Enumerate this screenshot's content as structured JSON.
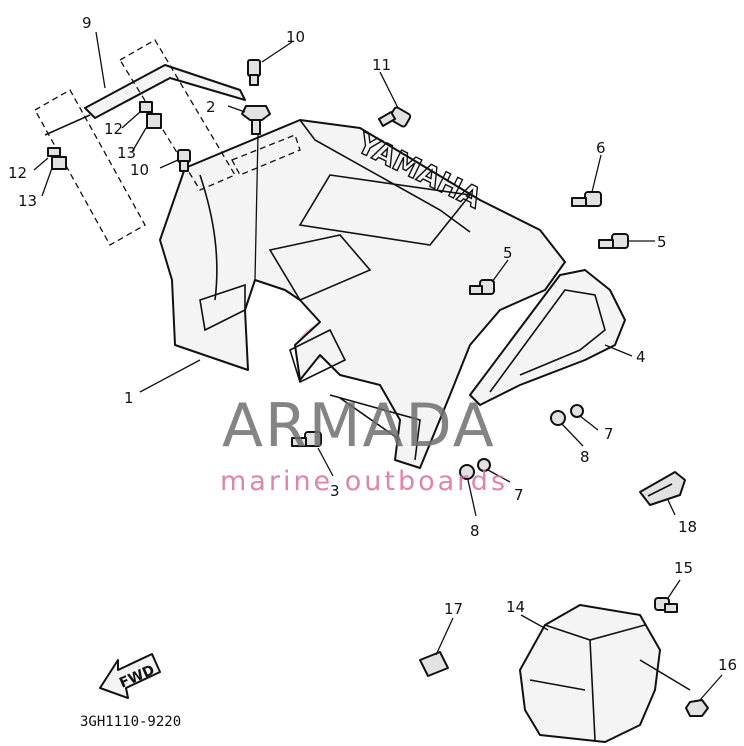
{
  "drawing": {
    "code": "3GH1110-9220",
    "brand_mark": "YAMAHA",
    "fwd_label": "FWD"
  },
  "watermark": {
    "main": "ARMADA",
    "sub": "marine outboards",
    "accent_color": "#d9709f"
  },
  "callouts": {
    "c1": "1",
    "c2": "2",
    "c3": "3",
    "c4": "4",
    "c5a": "5",
    "c5b": "5",
    "c6": "6",
    "c7a": "7",
    "c7b": "7",
    "c8a": "8",
    "c8b": "8",
    "c9": "9",
    "c10a": "10",
    "c10b": "10",
    "c11": "11",
    "c12a": "12",
    "c12b": "12",
    "c13a": "13",
    "c13b": "13",
    "c14": "14",
    "c15": "15",
    "c16": "16",
    "c17": "17",
    "c18": "18"
  }
}
